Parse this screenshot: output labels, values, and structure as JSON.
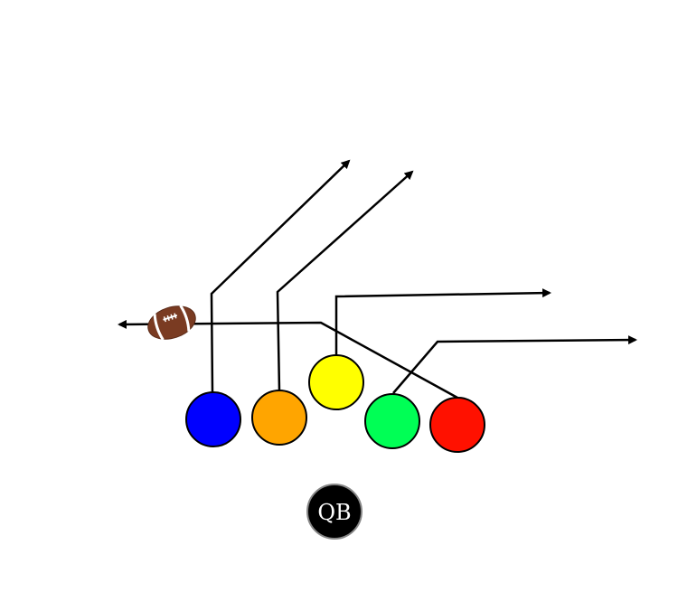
{
  "diagram": {
    "players": [
      {
        "id": "blue",
        "color": "#0000ff"
      },
      {
        "id": "orange",
        "color": "#ffa500"
      },
      {
        "id": "yellow",
        "color": "#ffff00"
      },
      {
        "id": "green",
        "color": "#00ff55"
      },
      {
        "id": "red",
        "color": "#ff1100"
      }
    ],
    "qb": {
      "label": "QB",
      "color": "#000000"
    },
    "ball": {
      "icon": "football-icon"
    }
  }
}
